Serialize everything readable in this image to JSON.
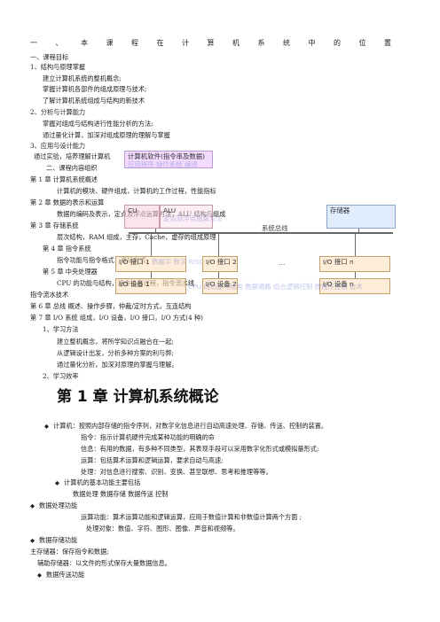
{
  "heading": "一、本课程在计算机系统中的位置",
  "lines": [
    "一、课程目标",
    "1、结构与原理掌握",
    "建立计算机系统的整机概念;",
    "掌握计算机各部件的组成原理与技术;",
    "了解计算机系统组成与结构的新技术",
    "2、分析与计算能力",
    "掌握对组成与结构进行性能分析的方法;",
    "通过量化计算，加深对组成原理的理解与掌握",
    "3、应用与设计能力",
    "通过实验，培养理解计算机",
    "二、课程内容组织",
    "第 1 章 计算机系统概述",
    "计算机的模块、硬件组成，计算机的工作过程，性能指标",
    "第 2 章 数据的表示和运算",
    "数据的编码及表示，定点及浮点运算方法，ALU 结构与组成",
    "第 3 章 存储系统",
    "层次结构，RAM 组成，主存，Cache，虚存的组成原理",
    "第 4 章 指令系统",
    "指令功能与指令格式，寻址方式",
    "第 5 章 中央处理器",
    "CPU 的功能与结构，指令执行过程，指令流水线",
    "指令流水技术",
    "第 6 章 总线 概述、操作步骤，仲裁/定时方式，互连结构",
    "第 7 章 I/O 系统 组成，I/O 设备，I/O 接口，I/O 方式(4 种)",
    "1、学习方法",
    "建立整机概念，将所学知识点融合在一起;",
    "从逻辑设计出发，分析多种方案的利与弊;",
    "通过量化分析，加深对原理的掌握与理解。",
    "2、学习效率"
  ],
  "chapter_title": "第 1 章  计算机系统概论",
  "body": [
    "计算机：按照内部存储的指令序列，对数字化信息进行自动高速处理、存储、传送、控制的装置。",
    "指令：指示计算机硬件完成某种功能的明确的命",
    "信息：有用的数据，有多种不同类型，其表现手段可以采用数字化形式或模拟量形式;",
    "运算：包括算术运算和逻辑运算，要求自动与高速;",
    "处理：对信息进行搜索、识别、变换、甚至联想、思考和推理等等。",
    "计算机的基本功能主要包括",
    "数据处理        数据存储        数据传送        控制",
    "数据处理功能",
    "运算功能：算术运算功能和逻辑运算，应用于数值计算和非数值计算两个方面 ;",
    "处理对象：数值、字符、图形、图像、声音和视频等。",
    "数据存储功能",
    "主存储器：保存指令和数据;",
    "辅助存储器：以文件的形式保存大量数据信息。",
    "数据传送功能"
  ],
  "diagram": {
    "software": "计算机软件(指令串及数据)",
    "ghost_software": "应用程序 操作系统 编译",
    "cu": "CU",
    "alu": "ALU",
    "memory": "存储器",
    "bus": "系统总线",
    "io_if1": "I/O 接口 1",
    "io_if2": "I/O 接口 2",
    "ellipsis": "…",
    "io_ifn": "I/O 接口 n",
    "io_dev1": "I/O 设备 1",
    "io_dev2": "I/O 设备 2",
    "io_devn": "I/O 设备 n",
    "ghost1": "定点及浮点运算方法",
    "ghost2": "数据字 数字 RISC",
    "ghost3": "CPU 的功能与结构 数据通路 组合逻辑控制 微程序控制 技术"
  }
}
